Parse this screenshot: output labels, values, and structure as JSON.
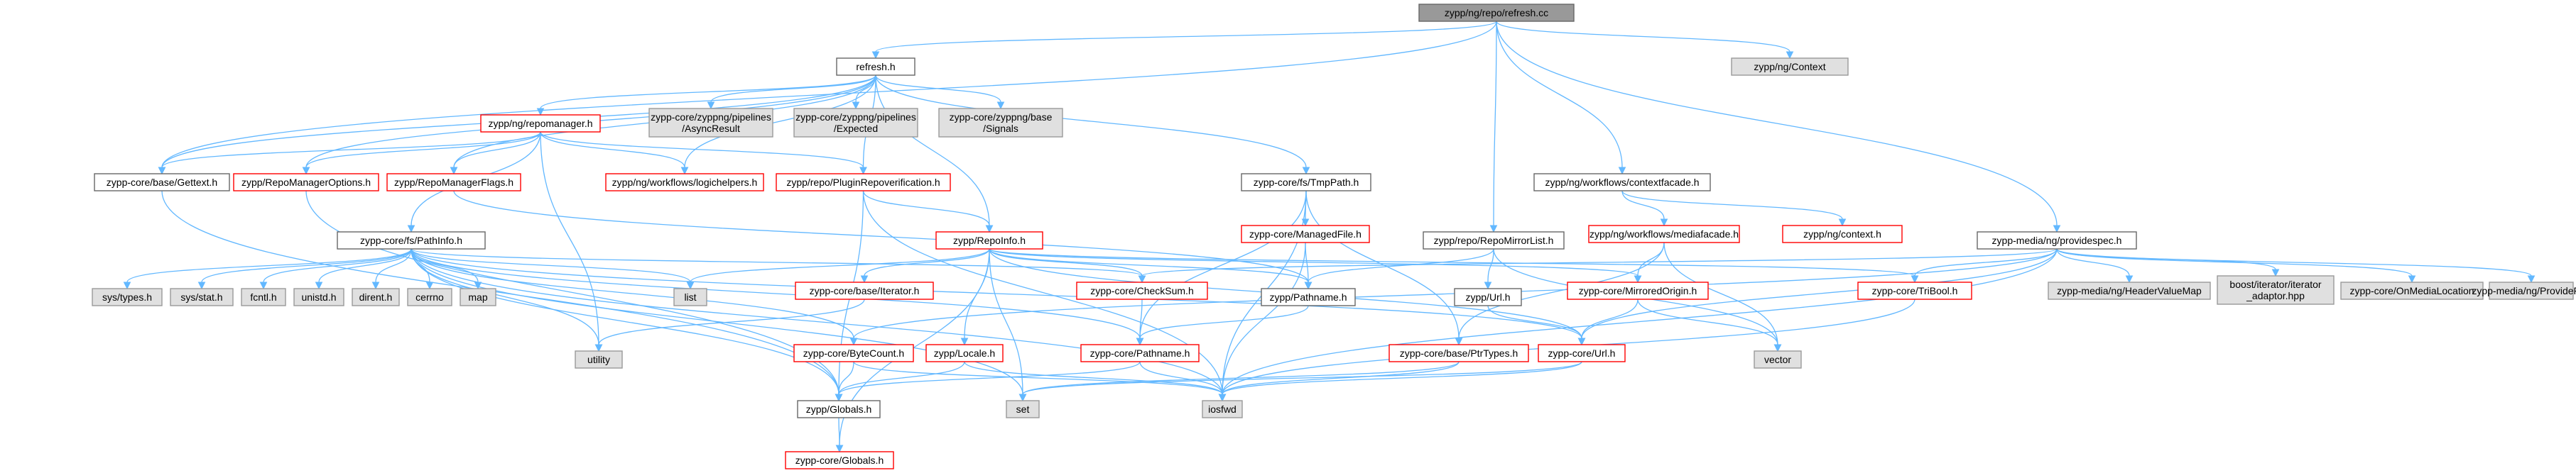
{
  "colors": {
    "edge": "#63b8ff",
    "root_fill": "#999999",
    "root_stroke": "#666666",
    "white_fill": "#ffffff",
    "white_stroke": "#666666",
    "red_stroke": "#ff0000",
    "gray_fill": "#e0e0e0",
    "gray_stroke": "#999999"
  },
  "nodes": [
    {
      "id": "root",
      "label": "zypp/ng/repo/refresh.cc",
      "style": "root"
    },
    {
      "id": "refresh_h",
      "label": "refresh.h",
      "style": "white"
    },
    {
      "id": "ctx",
      "label": "zypp/ng/Context",
      "style": "gray"
    },
    {
      "id": "repomgr",
      "label": "zypp/ng/repomanager.h",
      "style": "red"
    },
    {
      "id": "asyncres",
      "label": [
        "zypp-core/zyppng/pipelines",
        "/AsyncResult"
      ],
      "style": "gray"
    },
    {
      "id": "expected",
      "label": [
        "zypp-core/zyppng/pipelines",
        "/Expected"
      ],
      "style": "gray"
    },
    {
      "id": "signals",
      "label": [
        "zypp-core/zyppng/base",
        "/Signals"
      ],
      "style": "gray"
    },
    {
      "id": "gettext",
      "label": "zypp-core/base/Gettext.h",
      "style": "white"
    },
    {
      "id": "rmopts",
      "label": "zypp/RepoManagerOptions.h",
      "style": "red"
    },
    {
      "id": "rmflags",
      "label": "zypp/RepoManagerFlags.h",
      "style": "red"
    },
    {
      "id": "logich",
      "label": "zypp/ng/workflows/logichelpers.h",
      "style": "red"
    },
    {
      "id": "pluginrv",
      "label": "zypp/repo/PluginRepoverification.h",
      "style": "red"
    },
    {
      "id": "tmppath",
      "label": "zypp-core/fs/TmpPath.h",
      "style": "white"
    },
    {
      "id": "ctxfacade",
      "label": "zypp/ng/workflows/contextfacade.h",
      "style": "white"
    },
    {
      "id": "pathinfo",
      "label": "zypp-core/fs/PathInfo.h",
      "style": "white"
    },
    {
      "id": "repoinfo",
      "label": "zypp/RepoInfo.h",
      "style": "red"
    },
    {
      "id": "managedfile",
      "label": "zypp-core/ManagedFile.h",
      "style": "red"
    },
    {
      "id": "mirrorlist",
      "label": "zypp/repo/RepoMirrorList.h",
      "style": "white"
    },
    {
      "id": "mediafacade",
      "label": "zypp/ng/workflows/mediafacade.h",
      "style": "red"
    },
    {
      "id": "ngcontext",
      "label": "zypp/ng/context.h",
      "style": "red"
    },
    {
      "id": "providespec",
      "label": "zypp-media/ng/providespec.h",
      "style": "white"
    },
    {
      "id": "systypes",
      "label": "sys/types.h",
      "style": "gray"
    },
    {
      "id": "sysstat",
      "label": "sys/stat.h",
      "style": "gray"
    },
    {
      "id": "fcntl",
      "label": "fcntl.h",
      "style": "gray"
    },
    {
      "id": "unistd",
      "label": "unistd.h",
      "style": "gray"
    },
    {
      "id": "dirent",
      "label": "dirent.h",
      "style": "gray"
    },
    {
      "id": "cerrno",
      "label": "cerrno",
      "style": "gray"
    },
    {
      "id": "map",
      "label": "map",
      "style": "gray"
    },
    {
      "id": "list",
      "label": "list",
      "style": "gray"
    },
    {
      "id": "iterator",
      "label": "zypp-core/base/Iterator.h",
      "style": "red"
    },
    {
      "id": "checksum",
      "label": "zypp-core/CheckSum.h",
      "style": "red"
    },
    {
      "id": "pathname",
      "label": "zypp/Pathname.h",
      "style": "white"
    },
    {
      "id": "zyppurl",
      "label": "zypp/Url.h",
      "style": "white"
    },
    {
      "id": "mirrored",
      "label": "zypp-core/MirroredOrigin.h",
      "style": "red"
    },
    {
      "id": "tribool",
      "label": "zypp-core/TriBool.h",
      "style": "red"
    },
    {
      "id": "headermap",
      "label": "zypp-media/ng/HeaderValueMap",
      "style": "gray"
    },
    {
      "id": "boostiter",
      "label": [
        "boost/iterator/iterator",
        "_adaptor.hpp"
      ],
      "style": "gray"
    },
    {
      "id": "onmedia",
      "label": "zypp-core/OnMediaLocation",
      "style": "gray"
    },
    {
      "id": "providefed",
      "label": "zypp-media/ng/ProvideFed",
      "style": "gray"
    },
    {
      "id": "utility",
      "label": "utility",
      "style": "gray"
    },
    {
      "id": "bytecount",
      "label": "zypp-core/ByteCount.h",
      "style": "red"
    },
    {
      "id": "locale",
      "label": "zypp/Locale.h",
      "style": "red"
    },
    {
      "id": "corepathname",
      "label": "zypp-core/Pathname.h",
      "style": "red"
    },
    {
      "id": "ptrtypes",
      "label": "zypp-core/base/PtrTypes.h",
      "style": "red"
    },
    {
      "id": "coreurl",
      "label": "zypp-core/Url.h",
      "style": "red"
    },
    {
      "id": "vector",
      "label": "vector",
      "style": "gray"
    },
    {
      "id": "globals",
      "label": "zypp/Globals.h",
      "style": "white"
    },
    {
      "id": "set",
      "label": "set",
      "style": "gray"
    },
    {
      "id": "iosfwd",
      "label": "iosfwd",
      "style": "gray"
    },
    {
      "id": "coreglobals",
      "label": "zypp-core/Globals.h",
      "style": "red"
    }
  ],
  "edges": [
    [
      "root",
      "refresh_h"
    ],
    [
      "root",
      "ctx"
    ],
    [
      "root",
      "gettext"
    ],
    [
      "root",
      "mirrorlist"
    ],
    [
      "root",
      "ctxfacade"
    ],
    [
      "root",
      "providespec"
    ],
    [
      "refresh_h",
      "repomgr"
    ],
    [
      "refresh_h",
      "asyncres"
    ],
    [
      "refresh_h",
      "expected"
    ],
    [
      "refresh_h",
      "signals"
    ],
    [
      "refresh_h",
      "gettext"
    ],
    [
      "refresh_h",
      "rmopts"
    ],
    [
      "refresh_h",
      "rmflags"
    ],
    [
      "refresh_h",
      "logich"
    ],
    [
      "refresh_h",
      "pluginrv"
    ],
    [
      "refresh_h",
      "tmppath"
    ],
    [
      "refresh_h",
      "repoinfo"
    ],
    [
      "repomgr",
      "gettext"
    ],
    [
      "repomgr",
      "rmopts"
    ],
    [
      "repomgr",
      "rmflags"
    ],
    [
      "repomgr",
      "logich"
    ],
    [
      "repomgr",
      "pluginrv"
    ],
    [
      "repomgr",
      "pathinfo"
    ],
    [
      "repomgr",
      "utility"
    ],
    [
      "gettext",
      "globals"
    ],
    [
      "rmopts",
      "globals"
    ],
    [
      "rmflags",
      "pathname"
    ],
    [
      "pluginrv",
      "repoinfo"
    ],
    [
      "pluginrv",
      "globals"
    ],
    [
      "pluginrv",
      "iosfwd"
    ],
    [
      "tmppath",
      "managedfile"
    ],
    [
      "tmppath",
      "corepathname"
    ],
    [
      "tmppath",
      "ptrtypes"
    ],
    [
      "tmppath",
      "iosfwd"
    ],
    [
      "ctxfacade",
      "ngcontext"
    ],
    [
      "ctxfacade",
      "mediafacade"
    ],
    [
      "pathinfo",
      "systypes"
    ],
    [
      "pathinfo",
      "sysstat"
    ],
    [
      "pathinfo",
      "fcntl"
    ],
    [
      "pathinfo",
      "unistd"
    ],
    [
      "pathinfo",
      "dirent"
    ],
    [
      "pathinfo",
      "cerrno"
    ],
    [
      "pathinfo",
      "map"
    ],
    [
      "pathinfo",
      "list"
    ],
    [
      "pathinfo",
      "checksum"
    ],
    [
      "pathinfo",
      "bytecount"
    ],
    [
      "pathinfo",
      "corepathname"
    ],
    [
      "pathinfo",
      "utility"
    ],
    [
      "pathinfo",
      "globals"
    ],
    [
      "pathinfo",
      "set"
    ],
    [
      "pathinfo",
      "iosfwd"
    ],
    [
      "pathinfo",
      "coreurl"
    ],
    [
      "repoinfo",
      "list"
    ],
    [
      "repoinfo",
      "iterator"
    ],
    [
      "repoinfo",
      "checksum"
    ],
    [
      "repoinfo",
      "pathname"
    ],
    [
      "repoinfo",
      "locale"
    ],
    [
      "repoinfo",
      "set"
    ],
    [
      "repoinfo",
      "coreurl"
    ],
    [
      "repoinfo",
      "mirrored"
    ],
    [
      "repoinfo",
      "tribool"
    ],
    [
      "repoinfo",
      "coreglobals"
    ],
    [
      "managedfile",
      "pathname"
    ],
    [
      "managedfile",
      "iosfwd"
    ],
    [
      "mirrorlist",
      "pathname"
    ],
    [
      "mirrorlist",
      "zyppurl"
    ],
    [
      "mirrorlist",
      "vector"
    ],
    [
      "mediafacade",
      "mirrored"
    ],
    [
      "mediafacade",
      "ptrtypes"
    ],
    [
      "mediafacade",
      "vector"
    ],
    [
      "providespec",
      "checksum"
    ],
    [
      "providespec",
      "tribool"
    ],
    [
      "providespec",
      "headermap"
    ],
    [
      "providespec",
      "boostiter"
    ],
    [
      "providespec",
      "onmedia"
    ],
    [
      "providespec",
      "providefed"
    ],
    [
      "providespec",
      "coreurl"
    ],
    [
      "providespec",
      "iosfwd"
    ],
    [
      "providespec",
      "bytecount"
    ],
    [
      "iterator",
      "utility"
    ],
    [
      "checksum",
      "corepathname"
    ],
    [
      "pathname",
      "corepathname"
    ],
    [
      "zyppurl",
      "coreurl"
    ],
    [
      "mirrored",
      "coreurl"
    ],
    [
      "mirrored",
      "vector"
    ],
    [
      "tribool",
      "iosfwd"
    ],
    [
      "bytecount",
      "globals"
    ],
    [
      "bytecount",
      "iosfwd"
    ],
    [
      "locale",
      "globals"
    ],
    [
      "locale",
      "iosfwd"
    ],
    [
      "corepathname",
      "globals"
    ],
    [
      "corepathname",
      "iosfwd"
    ],
    [
      "ptrtypes",
      "iosfwd"
    ],
    [
      "ptrtypes",
      "set"
    ],
    [
      "coreurl",
      "iosfwd"
    ],
    [
      "coreurl",
      "set"
    ],
    [
      "globals",
      "coreglobals"
    ]
  ]
}
